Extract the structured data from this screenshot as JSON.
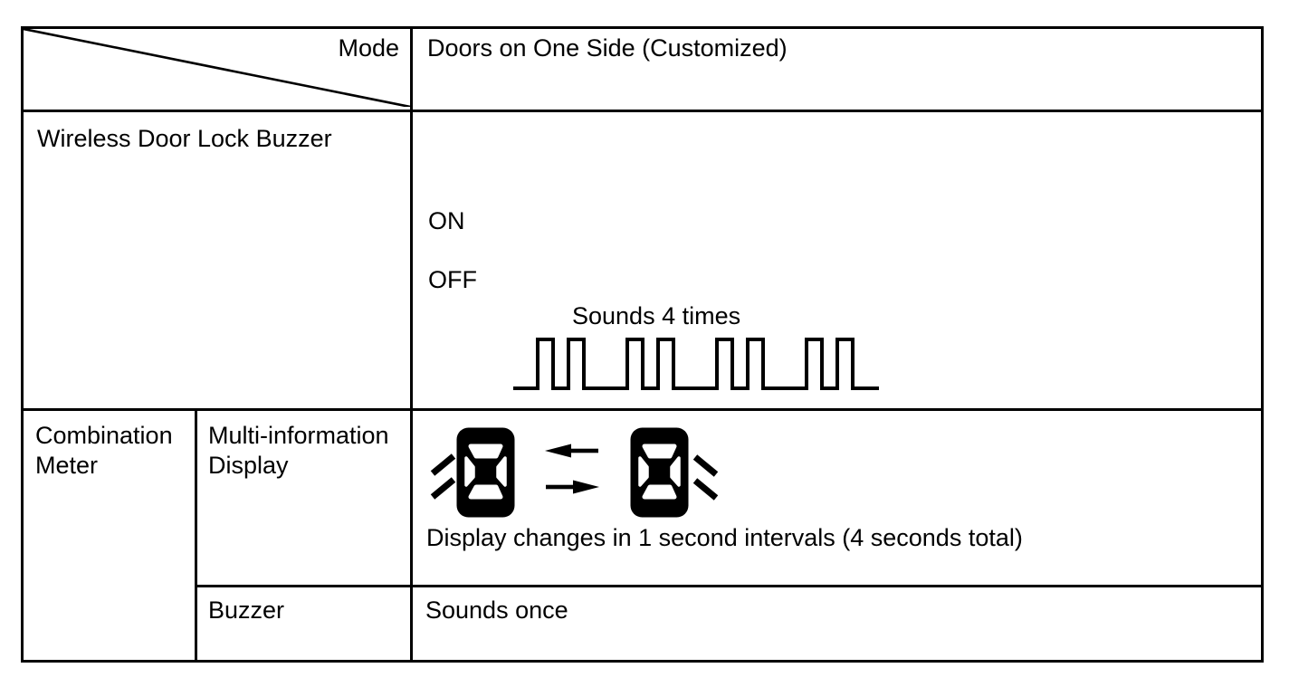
{
  "colors": {
    "ink": "#000000",
    "paper": "#ffffff"
  },
  "table": {
    "header": {
      "corner_label": "Mode",
      "mode_name": "Doors on One Side (Customized)"
    },
    "wireless_buzzer": {
      "label": "Wireless Door Lock Buzzer",
      "signal": {
        "type": "digital-timing-waveform",
        "on_label": "ON",
        "off_label": "OFF",
        "caption": "Sounds 4 times",
        "beep_groups": 4,
        "pulses_per_group": 2
      }
    },
    "combination_meter": {
      "label": "Combination Meter",
      "multi_information_display": {
        "label": "Multi-information Display",
        "caption": "Display changes in 1 second intervals (4 seconds total)",
        "icons": [
          "car-doors-open-left",
          "swap-arrows",
          "car-doors-open-right"
        ]
      },
      "buzzer": {
        "label": "Buzzer",
        "value": "Sounds once"
      }
    }
  }
}
